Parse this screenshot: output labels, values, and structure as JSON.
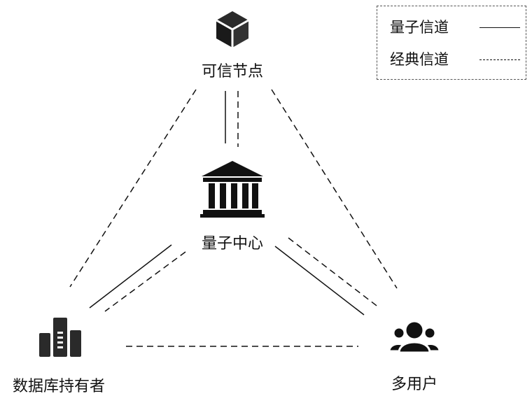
{
  "nodes": {
    "trusted": {
      "label": "可信节点",
      "icon": "cube-icon"
    },
    "center": {
      "label": "量子中心",
      "icon": "bank-building-icon"
    },
    "db": {
      "label": "数据库持有者",
      "icon": "database-bars-icon"
    },
    "users": {
      "label": "多用户",
      "icon": "users-group-icon"
    }
  },
  "legend": {
    "quantum": "量子信道",
    "classical": "经典信道"
  }
}
